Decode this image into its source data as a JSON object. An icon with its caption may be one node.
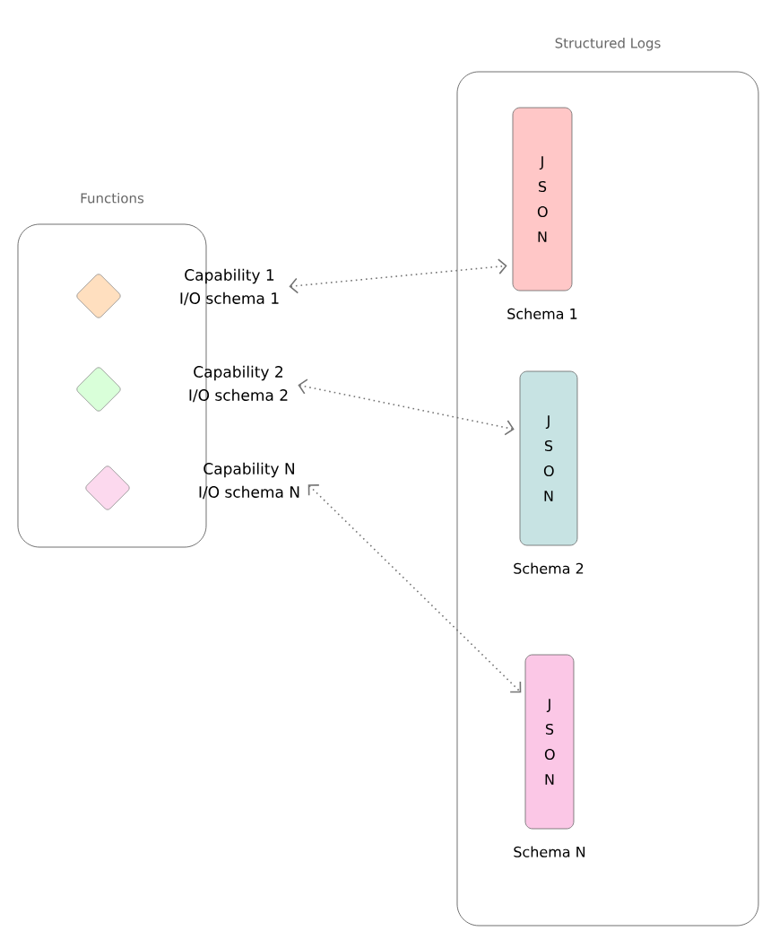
{
  "diagram": {
    "nodes": [
      {
        "text": [
          "Functions"
        ]
      },
      {
        "text": [],
        "shape": "diamond",
        "in": 0
      },
      {
        "text": [],
        "shape": "diamond",
        "in": 0
      },
      {
        "text": [],
        "shape": "diamond",
        "in": 0
      },
      {
        "text": [
          "Capability 1",
          "I/O schema 1"
        ]
      },
      {
        "text": [
          "Capability 2",
          "I/O schema 2"
        ]
      },
      {
        "text": [
          "Capability N",
          "I/O schema N"
        ]
      },
      {
        "text": [
          "Structured Logs"
        ]
      },
      {
        "text": [
          "J S O N"
        ],
        "in": 7,
        "beside": [
          "Schema 1"
        ]
      },
      {
        "text": [
          "J S O N"
        ],
        "in": 7,
        "beside": [
          "Schema 2"
        ]
      },
      {
        "text": [
          "J S O N"
        ],
        "in": 7,
        "beside": [
          "Schema N"
        ]
      }
    ],
    "edges": [
      {
        "from": 4,
        "to": 8,
        "arrow": "both",
        "style": "dashed"
      },
      {
        "from": 5,
        "to": 9,
        "arrow": "both",
        "style": "dashed"
      },
      {
        "from": 6,
        "to": 10,
        "arrow": "both",
        "style": "dashed"
      }
    ]
  }
}
